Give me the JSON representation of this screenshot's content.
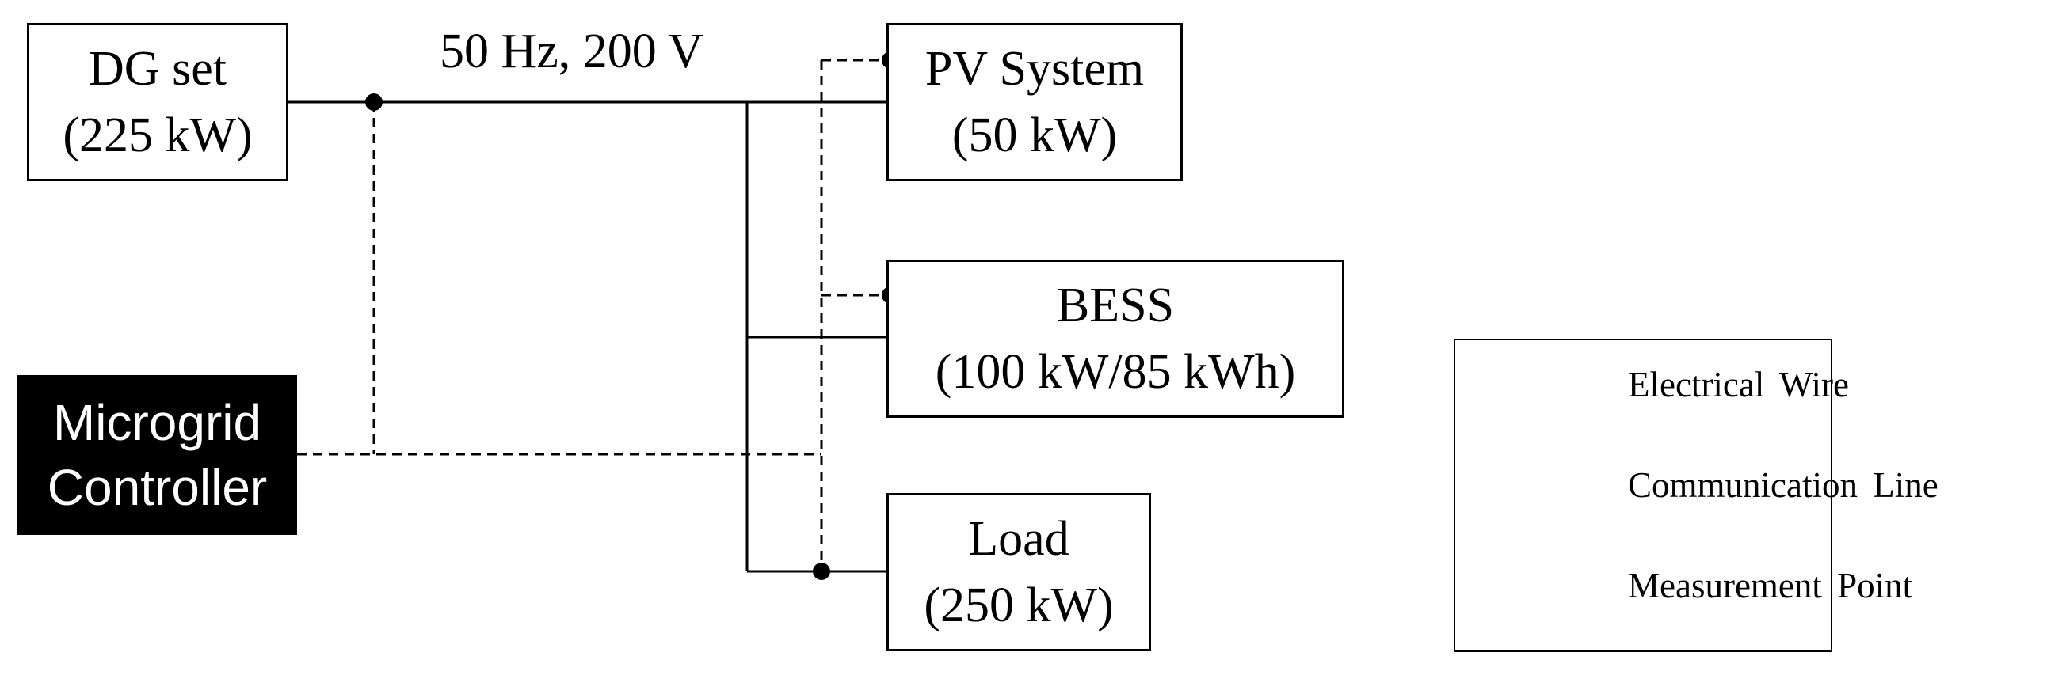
{
  "nodes": {
    "dg": {
      "line1": "DG set",
      "line2": "(225 kW)"
    },
    "pv": {
      "line1": "PV System",
      "line2": "(50 kW)"
    },
    "bess": {
      "line1": "BESS",
      "line2": "(100 kW/85 kWh)"
    },
    "load": {
      "line1": "Load",
      "line2": "(250 kW)"
    },
    "controller": {
      "line1": "Microgrid",
      "line2": "Controller"
    }
  },
  "bus_label": "50 Hz, 200 V",
  "legend": {
    "electrical": "Electrical Wire",
    "communication": "Communication Line",
    "measurement": "Measurement Point"
  },
  "colors": {
    "line": "#000000",
    "controller_fill": "#000000",
    "controller_text": "#ffffff"
  }
}
